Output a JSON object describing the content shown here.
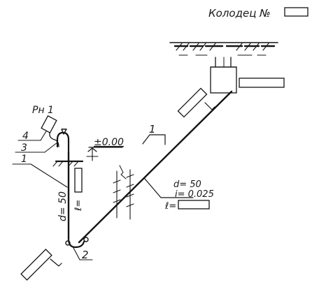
{
  "header": {
    "well_label": "Колодец №"
  },
  "labels": {
    "device": "Рн 1",
    "callout_1_top": "1",
    "callout_4": "4",
    "callout_3": "3",
    "callout_1_left": "1",
    "callout_2": "2",
    "level": "±0.00",
    "diameter_vertical": "d= 50",
    "length_vertical": "ℓ=",
    "diameter_slope": "d= 50",
    "slope": "i= 0.025",
    "length_slope": "ℓ="
  },
  "colors": {
    "ink": "#141414",
    "paper": "#ffffff"
  }
}
